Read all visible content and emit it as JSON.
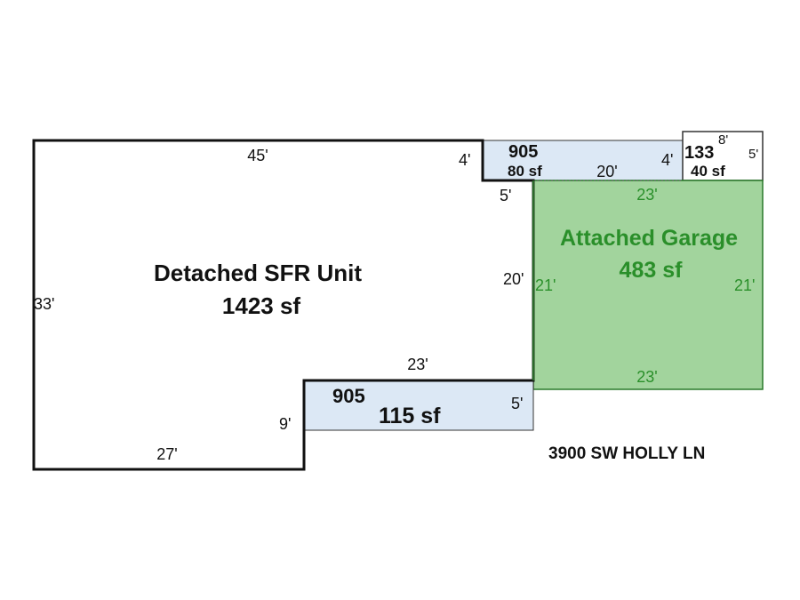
{
  "main_unit": {
    "name": "Detached SFR Unit",
    "area": "1423 sf",
    "dims": {
      "top": "45'",
      "left": "33'",
      "bottom": "27'",
      "step_right": "4'",
      "notch": "5'",
      "right": "20'",
      "lower_top": "23'",
      "lower_left": "9'"
    }
  },
  "porch_top": {
    "code": "905",
    "area": "80 sf",
    "dims": {
      "length": "20'",
      "depth": "4'"
    }
  },
  "box_133": {
    "code": "133",
    "area": "40 sf",
    "dims": {
      "width": "8'",
      "depth": "5'"
    }
  },
  "garage": {
    "name": "Attached Garage",
    "area": "483 sf",
    "dims": {
      "top": "23'",
      "bottom": "23'",
      "left": "21'",
      "right": "21'"
    }
  },
  "porch_bottom": {
    "code": "905",
    "area": "115 sf",
    "dims": {
      "depth": "5'"
    }
  },
  "address": "3900 SW HOLLY LN",
  "colors": {
    "porch": "#dce8f5",
    "garage": "#a2d49d",
    "garage_text": "#2a8f2a"
  }
}
